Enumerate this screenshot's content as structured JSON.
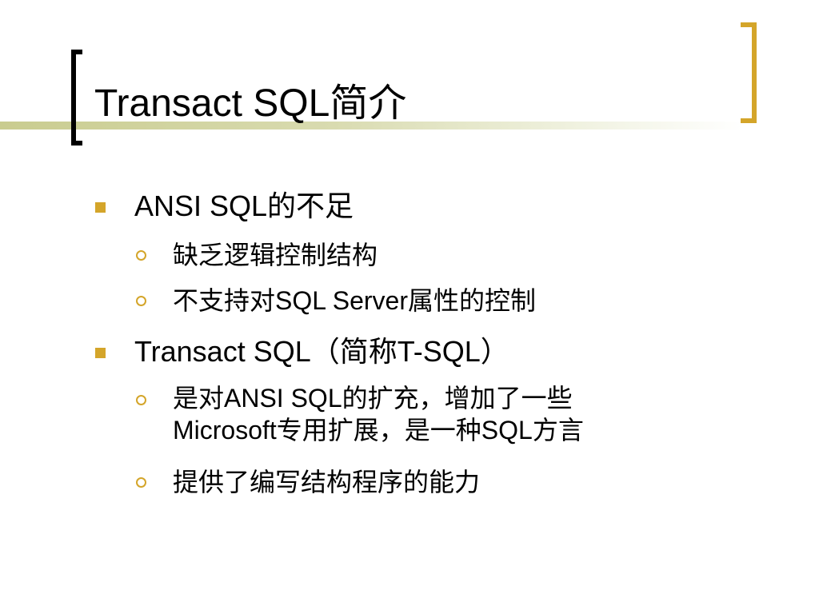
{
  "slide": {
    "title": "Transact SQL简介",
    "accent_color": "#d4a52a",
    "bullets": [
      {
        "text": "ANSI SQL的不足",
        "children": [
          {
            "text": "缺乏逻辑控制结构"
          },
          {
            "text": "不支持对SQL Server属性的控制"
          }
        ]
      },
      {
        "text": "Transact SQL（简称T-SQL）",
        "children": [
          {
            "lines": [
              "是对ANSI SQL的扩充，增加了一些",
              "Microsoft专用扩展，是一种SQL方言"
            ]
          },
          {
            "text": "提供了编写结构程序的能力"
          }
        ]
      }
    ]
  }
}
